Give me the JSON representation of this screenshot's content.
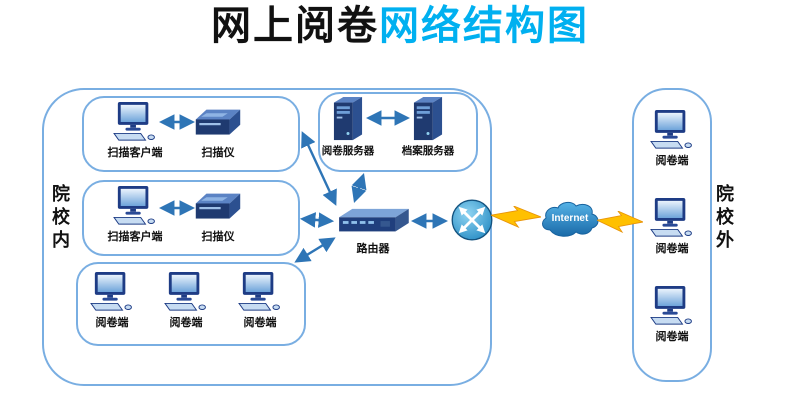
{
  "title": {
    "prefix": "网上阅卷",
    "highlight": "网络结构图"
  },
  "zones": {
    "inside": "院校内",
    "outside": "院校外"
  },
  "nodes": {
    "scan_client": "扫描客户端",
    "scanner": "扫描仪",
    "marking_server": "阅卷服务器",
    "archive_server": "档案服务器",
    "router": "路由器",
    "internet": "Internet",
    "marking_client": "阅卷端"
  },
  "colors": {
    "title_accent": "#00b0f0",
    "box_border": "#79aee2",
    "arrow": "#2e75b6",
    "lightning": "#ffc000",
    "icon_dark_blue": "#1f3a70",
    "cloud_blue": "#2e8fc8"
  }
}
